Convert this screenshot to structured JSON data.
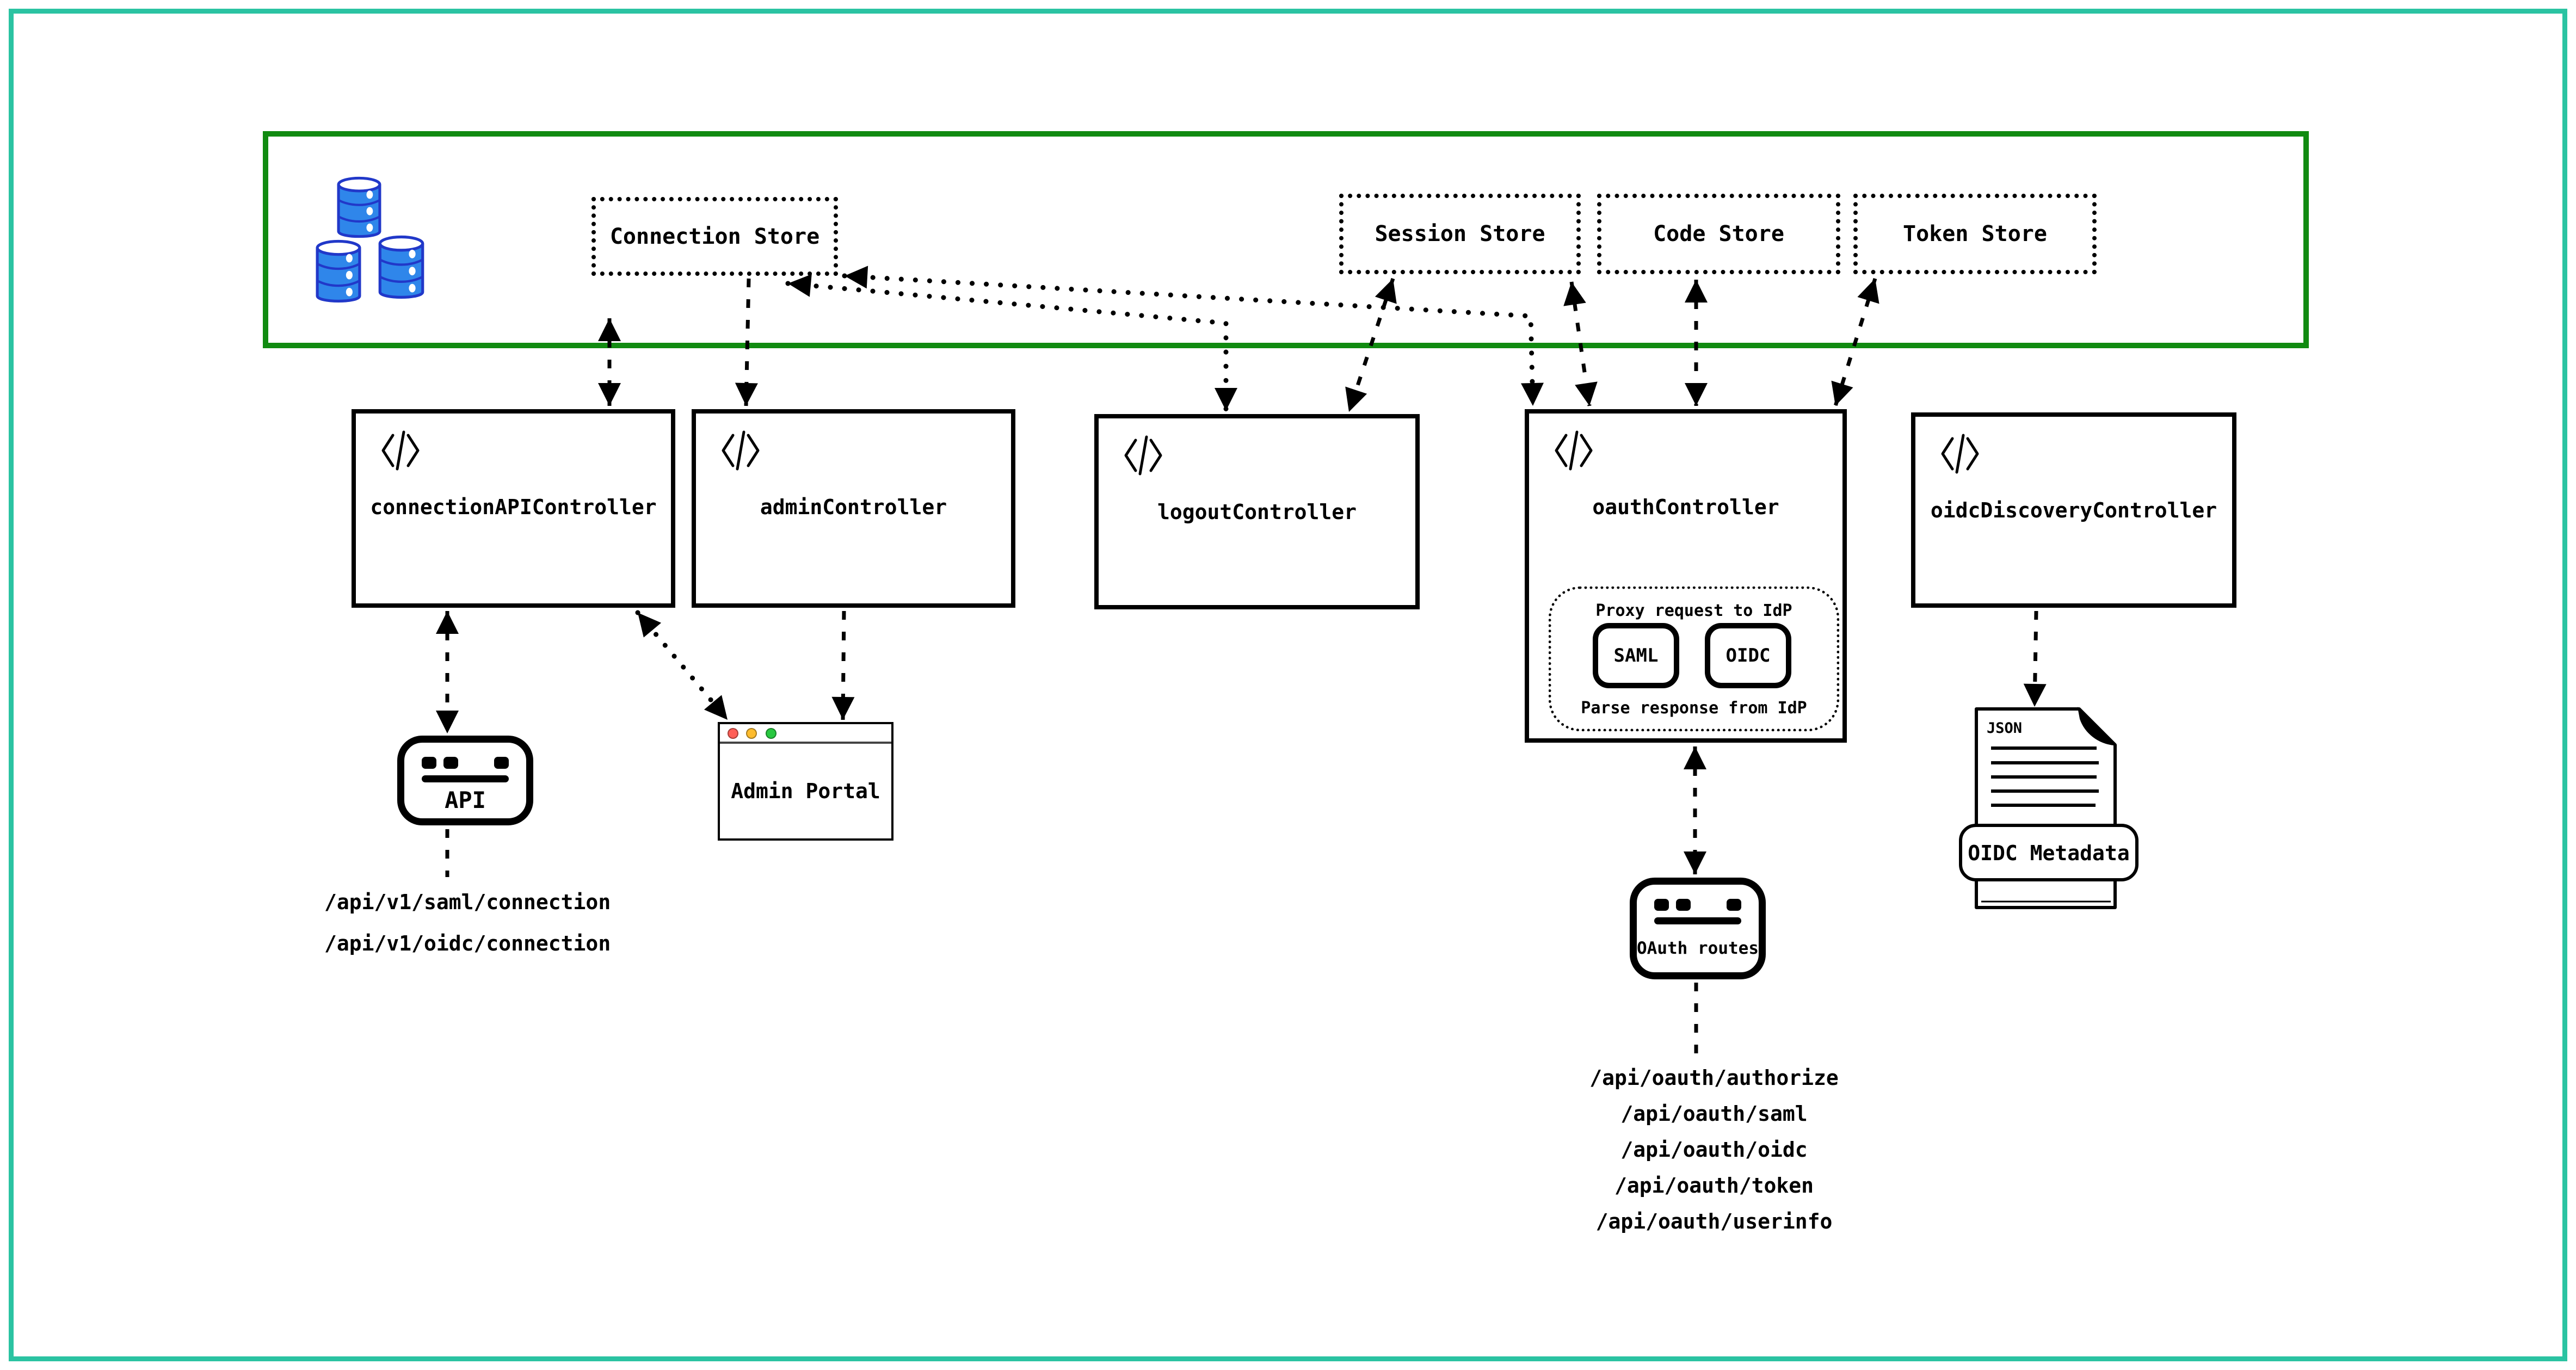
{
  "colors": {
    "frame": "#2bc3a2",
    "boundary": "#118b11",
    "db_fill": "#2f86ea",
    "db_stroke": "#2138c9",
    "traffic_red": "#ff5f57",
    "traffic_yellow": "#febc2e",
    "traffic_green": "#28c840"
  },
  "stores": [
    {
      "label": "Connection Store"
    },
    {
      "label": "Session Store"
    },
    {
      "label": "Code Store"
    },
    {
      "label": "Token Store"
    }
  ],
  "controllers": [
    {
      "label": "connectionAPIController"
    },
    {
      "label": "adminController"
    },
    {
      "label": "logoutController"
    },
    {
      "label": "oauthController"
    },
    {
      "label": "oidcDiscoveryController"
    }
  ],
  "oauth_internals": {
    "proxy_label": "Proxy request to IdP",
    "parse_label": "Parse response from IdP",
    "protocols": [
      "SAML",
      "OIDC"
    ]
  },
  "api_client": {
    "label": "API",
    "endpoints": [
      "/api/v1/saml/connection",
      "/api/v1/oidc/connection"
    ]
  },
  "admin_portal": {
    "label": "Admin Portal"
  },
  "oauth_routes": {
    "label": "OAuth routes",
    "endpoints": [
      "/api/oauth/authorize",
      "/api/oauth/saml",
      "/api/oauth/oidc",
      "/api/oauth/token",
      "/api/oauth/userinfo"
    ]
  },
  "oidc_metadata": {
    "file_type": "JSON",
    "label": "OIDC Metadata"
  }
}
